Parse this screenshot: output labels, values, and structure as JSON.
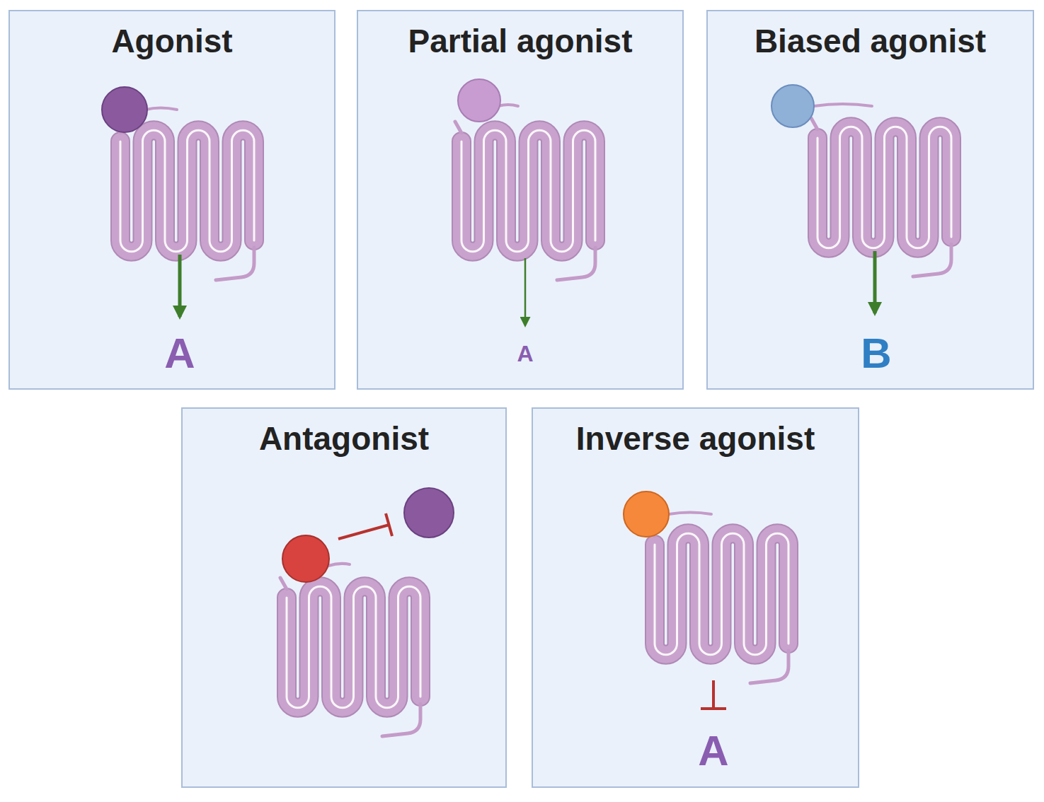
{
  "diagram": {
    "nodes": [
      {
        "text": [
          "Agonist"
        ]
      },
      {
        "text": [
          "Partial agonist"
        ]
      },
      {
        "text": [
          "Biased agonist"
        ]
      },
      {
        "text": [
          "Antagonist"
        ]
      },
      {
        "text": [
          "Inverse agonist"
        ]
      }
    ],
    "labels": [
      "A",
      "A",
      "B",
      "A"
    ]
  }
}
